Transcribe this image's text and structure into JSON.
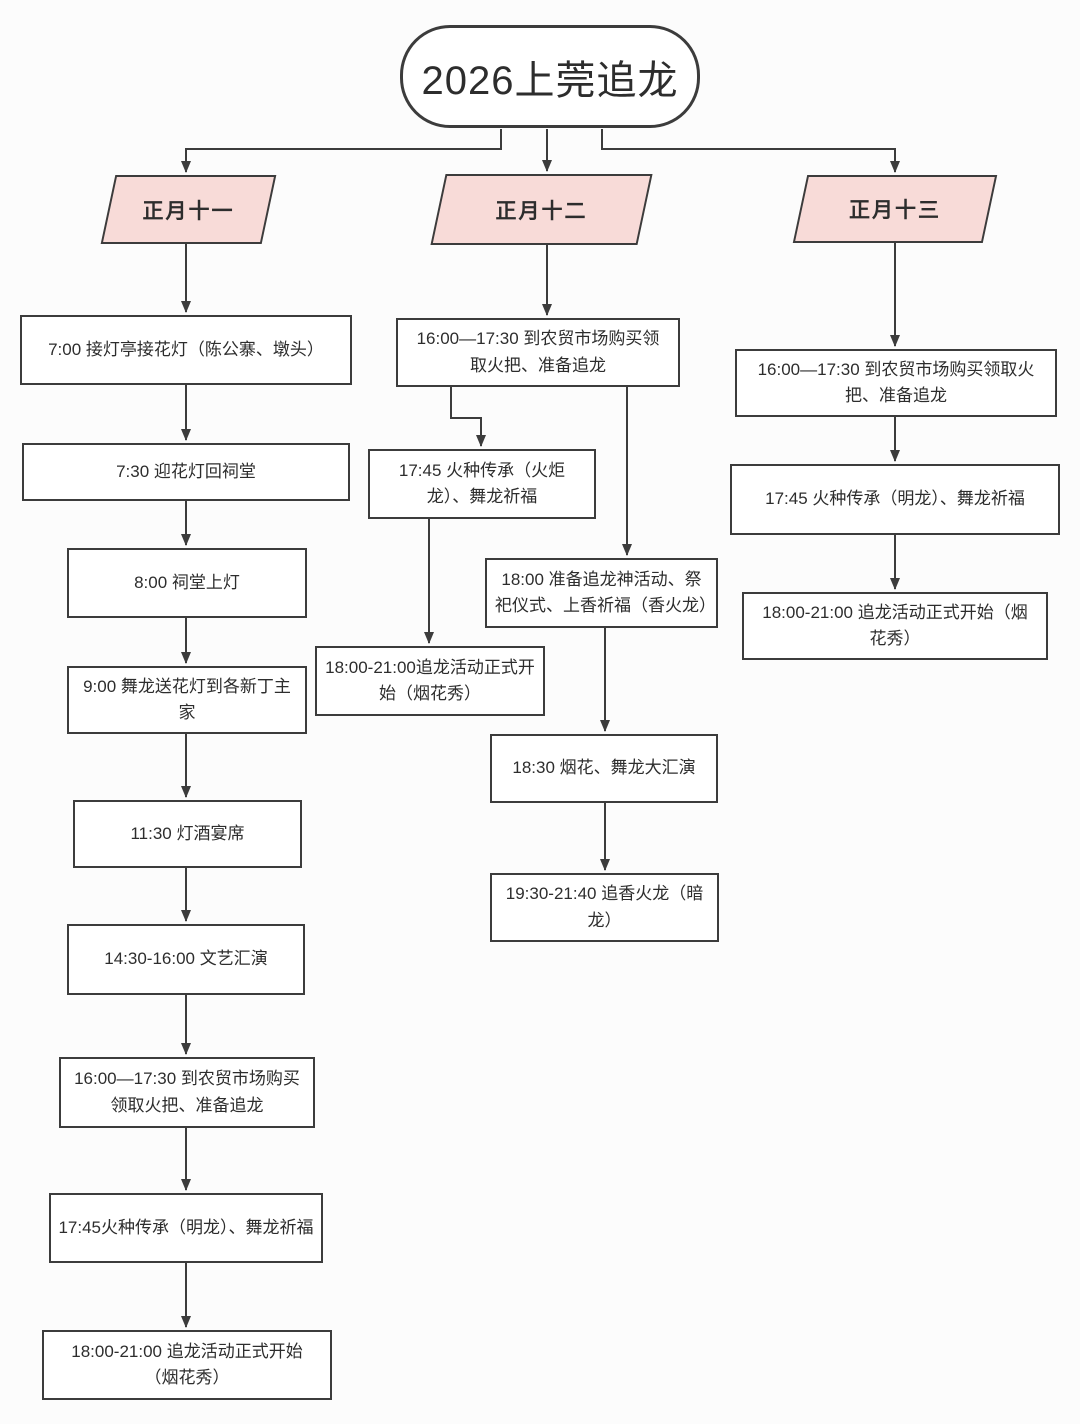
{
  "diagram": {
    "title": "2026上莞追龙",
    "columns": [
      {
        "header": "正月十一",
        "steps": [
          "7:00 接灯亭接花灯（陈公寨、墩头）",
          "7:30 迎花灯回祠堂",
          "8:00 祠堂上灯",
          "9:00 舞龙送花灯到各新丁主家",
          "11:30 灯酒宴席",
          "14:30-16:00 文艺汇演",
          "16:00—17:30 到农贸市场购买领取火把、准备追龙",
          "17:45火种传承（明龙）、舞龙祈福",
          "18:00-21:00 追龙活动正式开始（烟花秀）"
        ]
      },
      {
        "header": "正月十二",
        "steps": [
          "16:00—17:30 到农贸市场购买领取火把、准备追龙",
          "17:45 火种传承（火炬龙）、舞龙祈福",
          "18:00 准备追龙神活动、祭祀仪式、上香祈福（香火龙）",
          "18:00-21:00追龙活动正式开始（烟花秀）",
          "18:30 烟花、舞龙大汇演",
          "19:30-21:40 追香火龙（暗龙）"
        ]
      },
      {
        "header": "正月十三",
        "steps": [
          "16:00—17:30 到农贸市场购买领取火把、准备追龙",
          "17:45 火种传承（明龙）、舞龙祈福",
          "18:00-21:00 追龙活动正式开始（烟花秀）"
        ]
      }
    ]
  },
  "colors": {
    "background": "#fcfcfc",
    "node_fill": "#ffffff",
    "node_border": "#3c3c3c",
    "header_fill": "#f8dbd8",
    "text": "#2d2d2d",
    "arrow": "#3c3c3c"
  }
}
